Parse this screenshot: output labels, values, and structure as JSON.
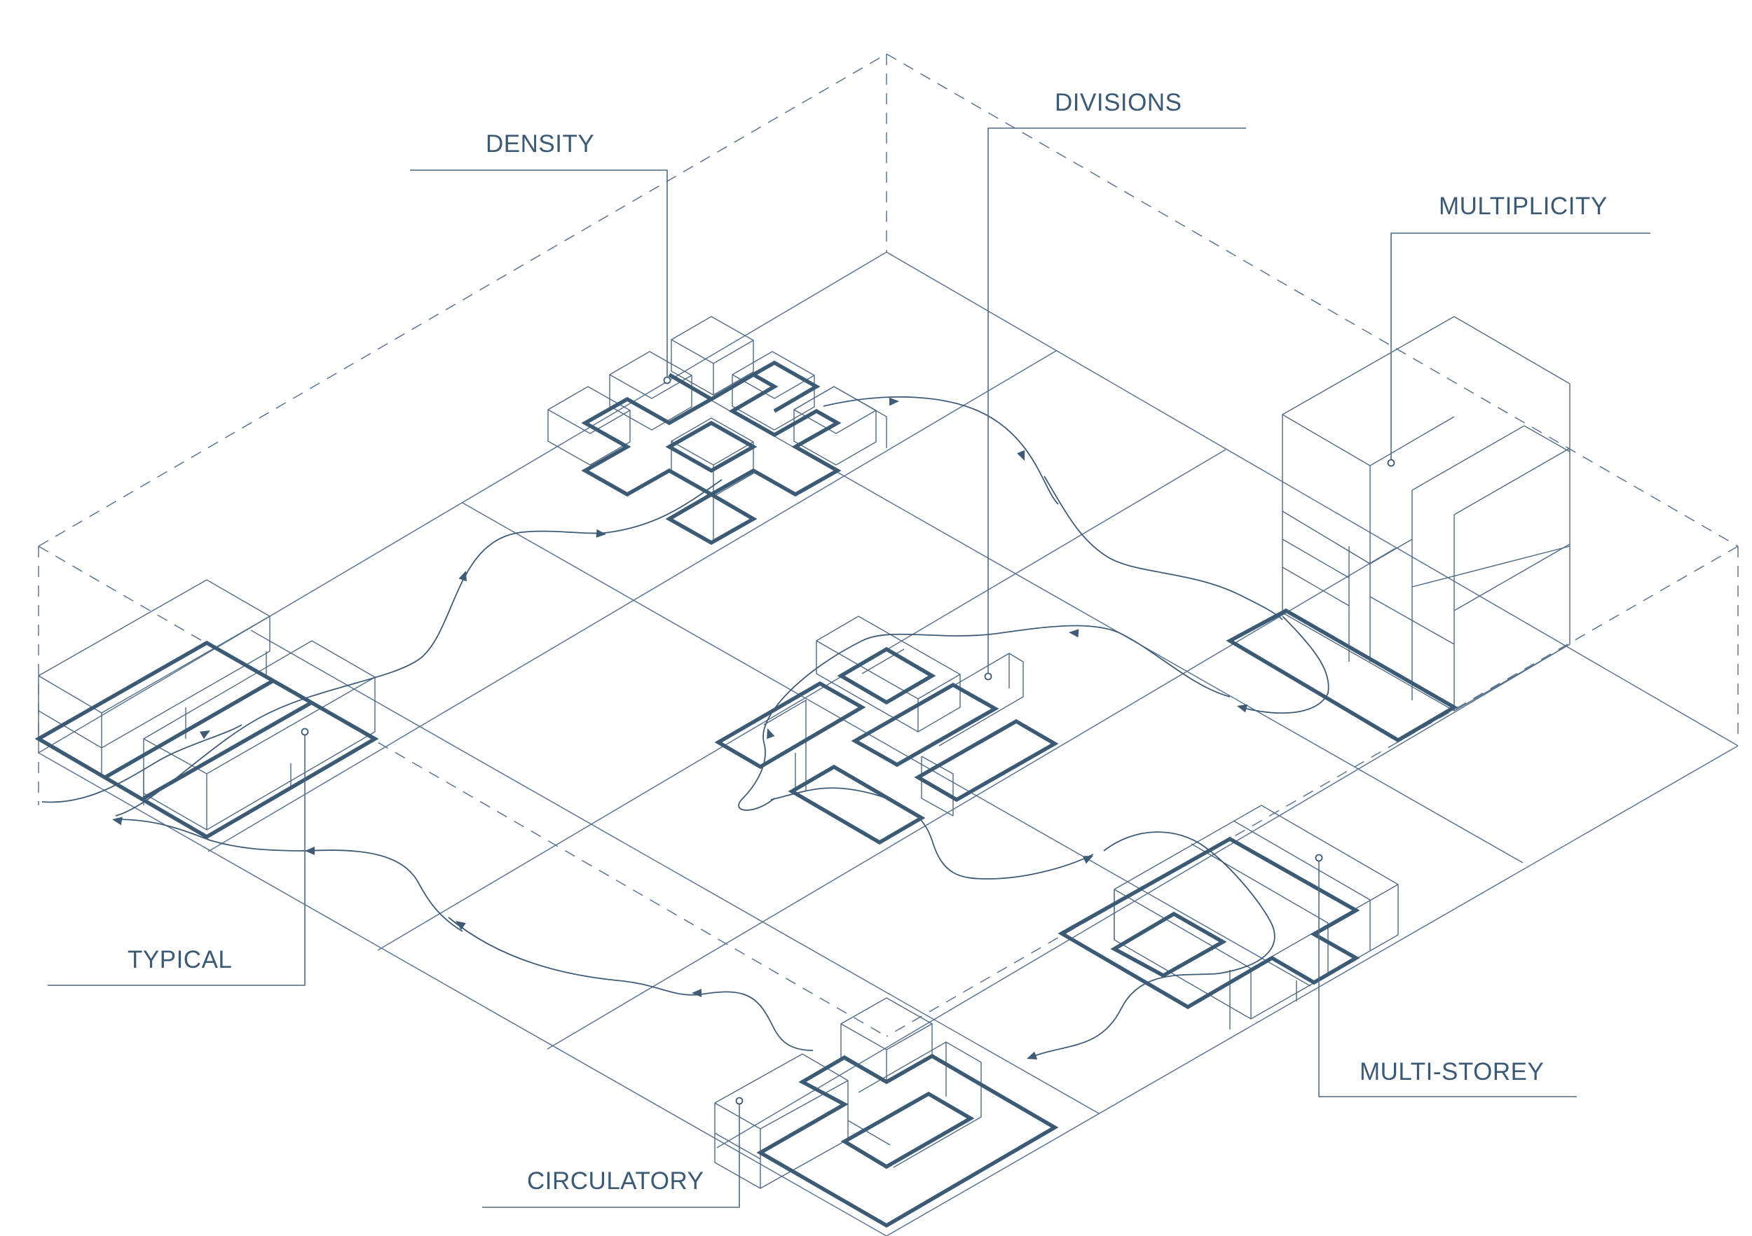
{
  "labels": {
    "density": "DENSITY",
    "divisions": "DIVISIONS",
    "multiplicity": "MULTIPLICITY",
    "typical": "TYPICAL",
    "multi_storey": "MULTI-STOREY",
    "circulatory": "CIRCULATORY"
  },
  "colors": {
    "line": "#5b7590",
    "bold": "#3d5a75",
    "text": "#3d5a75",
    "background": "#ffffff"
  }
}
